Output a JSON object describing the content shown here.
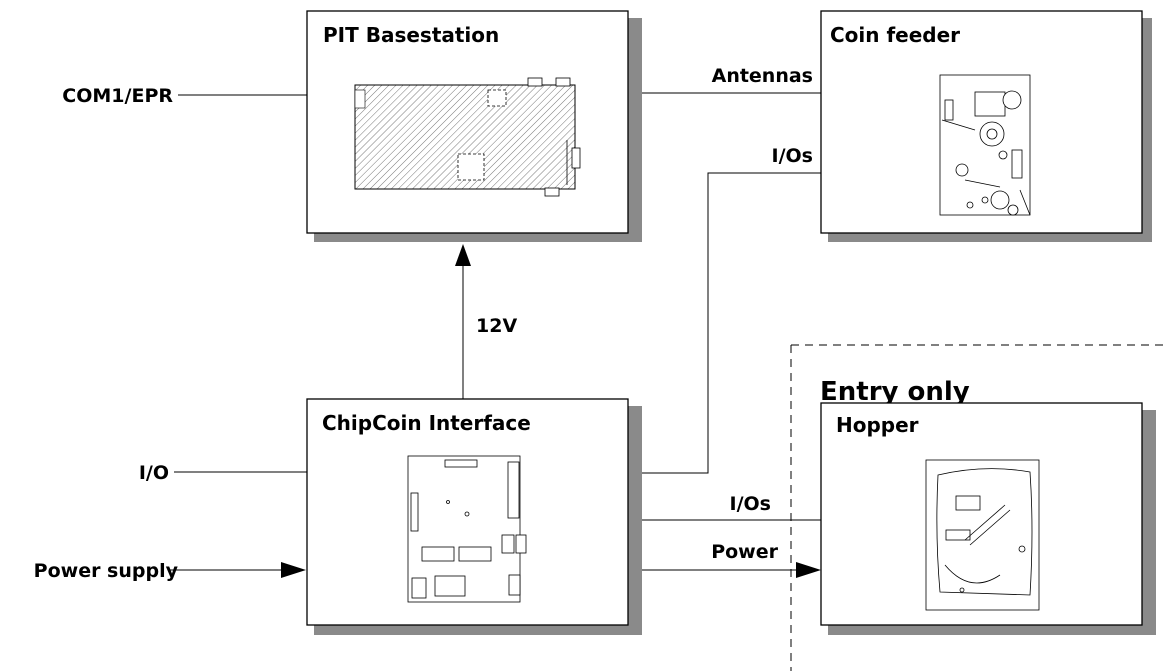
{
  "blocks": {
    "pit_basestation": "PIT Basestation",
    "coin_feeder": "Coin feeder",
    "chipcoin_interface": "ChipCoin Interface",
    "hopper": "Hopper"
  },
  "region": {
    "entry_only": "Entry only"
  },
  "connections": {
    "com1_epr": "COM1/EPR",
    "antennas": "Antennas",
    "ios_feeder": "I/Os",
    "v12": "12V",
    "io_in": "I/O",
    "power_supply": "Power supply",
    "ios_hopper": "I/Os",
    "power": "Power"
  },
  "colors": {
    "shadow": "#8a8a8a",
    "line": "#000000",
    "background": "#ffffff"
  }
}
